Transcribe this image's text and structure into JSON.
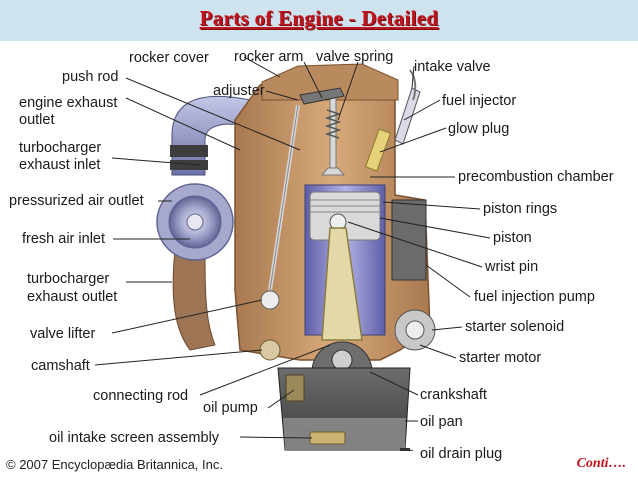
{
  "title": "Parts of Engine - Detailed",
  "labels": {
    "rocker_cover": "rocker cover",
    "rocker_arm": "rocker arm",
    "valve_spring": "valve spring",
    "intake_valve": "intake valve",
    "push_rod": "push rod",
    "adjuster": "adjuster",
    "fuel_injector": "fuel injector",
    "engine_exhaust_outlet_1": "engine exhaust",
    "engine_exhaust_outlet_2": "outlet",
    "glow_plug": "glow plug",
    "turbo_exhaust_inlet_1": "turbocharger",
    "turbo_exhaust_inlet_2": "exhaust inlet",
    "precombustion_chamber": "precombustion chamber",
    "pressurized_air_outlet": "pressurized air outlet",
    "piston_rings": "piston rings",
    "fresh_air_inlet": "fresh air inlet",
    "piston": "piston",
    "wrist_pin": "wrist pin",
    "turbo_exhaust_outlet_1": "turbocharger",
    "turbo_exhaust_outlet_2": "exhaust outlet",
    "fuel_injection_pump": "fuel injection pump",
    "valve_lifter": "valve lifter",
    "starter_solenoid": "starter solenoid",
    "camshaft": "camshaft",
    "starter_motor": "starter motor",
    "connecting_rod": "connecting rod",
    "crankshaft": "crankshaft",
    "oil_pump": "oil pump",
    "oil_pan": "oil pan",
    "oil_intake_screen_assembly": "oil intake screen assembly",
    "oil_drain_plug": "oil drain plug"
  },
  "credit": "© 2007 Encyclopædia Britannica, Inc.",
  "footer_note": "Conti….",
  "colors": {
    "title": "#c0141c",
    "title_bar": "#cfe3ef",
    "block": "#c99a6a",
    "exhaust_pipe": "#9a9ec9",
    "turbo_housing": "#b9825f",
    "cylinder": "#8585c4",
    "piston": "#d7d7d7",
    "oil_pan": "#5a5a5a",
    "oil": "#8a8a8a"
  }
}
